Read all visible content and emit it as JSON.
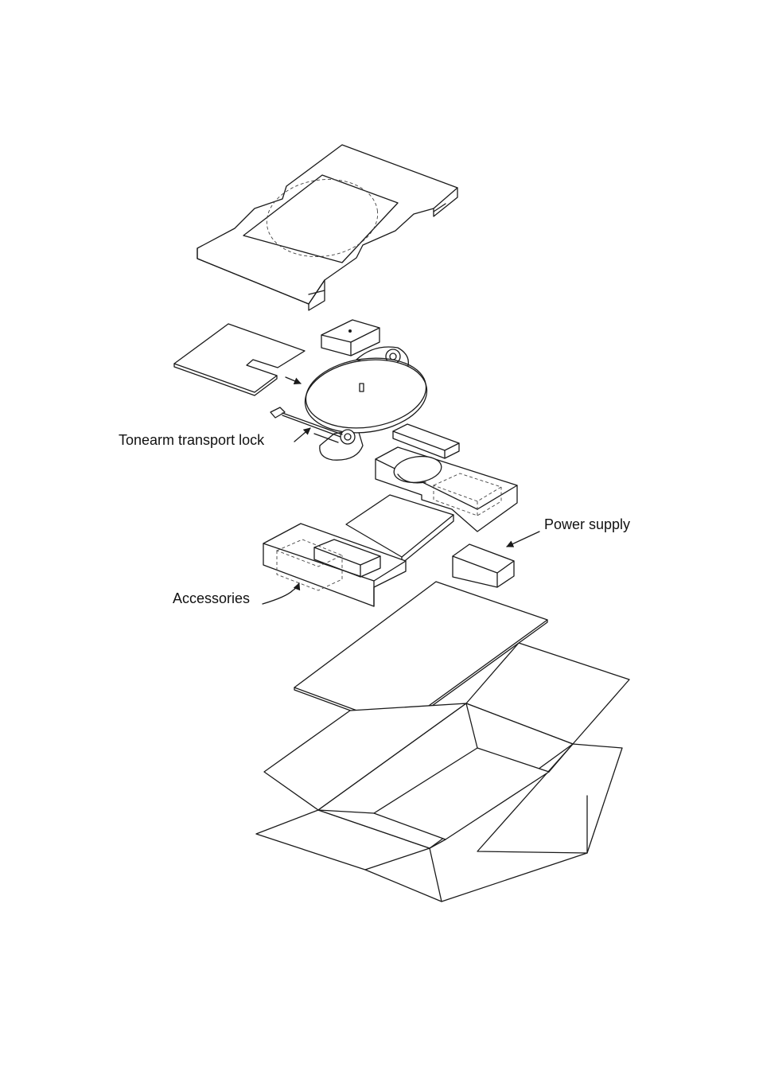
{
  "labels": {
    "tonearm_lock": "Tonearm transport lock",
    "power_supply": "Power supply",
    "accessories": "Accessories"
  },
  "colors": {
    "line": "#1a1a1a",
    "background": "#ffffff"
  }
}
